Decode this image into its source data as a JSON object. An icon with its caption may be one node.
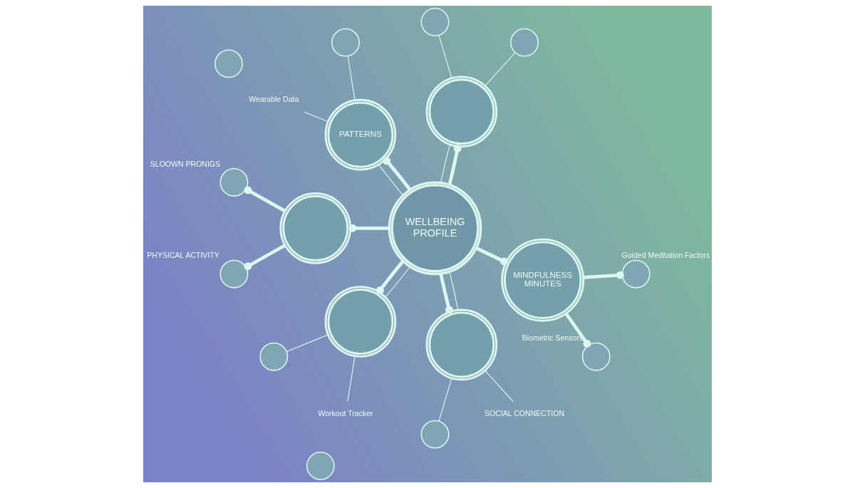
{
  "diagram": {
    "nodes": [
      {
        "text": [
          "WELLBEING PROFILE"
        ]
      },
      {
        "text": [
          "PATTERNS"
        ]
      },
      {
        "text": [],
        "shape": "circle"
      },
      {
        "text": [],
        "shape": "circle"
      },
      {
        "text": [
          "MINDFULNESS MINUTES"
        ]
      },
      {
        "text": [],
        "shape": "circle"
      },
      {
        "text": [],
        "shape": "circle"
      },
      {
        "text": [],
        "shape": "circle"
      },
      {
        "text": [],
        "shape": "circle"
      },
      {
        "text": [
          "Wearable Data"
        ]
      },
      {
        "text": [],
        "shape": "circle"
      },
      {
        "text": [],
        "shape": "circle"
      },
      {
        "text": [],
        "shape": "circle",
        "beside": [
          "SLOOWN PRONIGS"
        ]
      },
      {
        "text": [],
        "shape": "circle",
        "beside": [
          "PHYSICAL ACTIVITY"
        ]
      },
      {
        "text": [],
        "shape": "circle",
        "beside": [
          "Biometric Sensors"
        ]
      },
      {
        "text": [],
        "shape": "circle",
        "beside": [
          "Guided Meditation Factors"
        ]
      },
      {
        "text": [],
        "shape": "circle"
      },
      {
        "text": [],
        "shape": "circle"
      },
      {
        "text": [
          "Workout Tracker"
        ]
      },
      {
        "text": [],
        "shape": "circle"
      },
      {
        "text": [
          "SOCIAL CONNECTION"
        ]
      }
    ],
    "edges": [
      {
        "from": 0,
        "to": 2,
        "arrow": "none"
      },
      {
        "from": 0,
        "to": 2,
        "arrow": "other",
        "style": "thick"
      },
      {
        "from": 0,
        "to": 1,
        "arrow": "none"
      },
      {
        "from": 0,
        "to": 1,
        "arrow": "other",
        "style": "thick"
      },
      {
        "from": 0,
        "to": 3,
        "arrow": "other",
        "style": "thick"
      },
      {
        "from": 0,
        "to": 5,
        "arrow": "none"
      },
      {
        "from": 0,
        "to": 5,
        "arrow": "other",
        "style": "thick"
      },
      {
        "from": 0,
        "to": 6,
        "arrow": "none"
      },
      {
        "from": 0,
        "to": 6,
        "arrow": "other",
        "style": "thick"
      },
      {
        "from": 0,
        "to": 4,
        "arrow": "other",
        "style": "thick"
      },
      {
        "from": 1,
        "to": 7,
        "arrow": "none"
      },
      {
        "from": 1,
        "to": 9,
        "arrow": "none"
      },
      {
        "from": 2,
        "to": 10,
        "arrow": "none"
      },
      {
        "from": 2,
        "to": 11,
        "arrow": "none"
      },
      {
        "from": 3,
        "to": 12,
        "arrow": "other",
        "style": "thick"
      },
      {
        "from": 3,
        "to": 13,
        "arrow": "other",
        "style": "thick"
      },
      {
        "from": 4,
        "to": 14,
        "arrow": "other",
        "style": "thick"
      },
      {
        "from": 4,
        "to": 15,
        "arrow": "other",
        "style": "thick"
      },
      {
        "from": 5,
        "to": 16,
        "arrow": "none"
      },
      {
        "from": 5,
        "to": 18,
        "arrow": "none"
      },
      {
        "from": 6,
        "to": 19,
        "arrow": "none"
      },
      {
        "from": 6,
        "to": 20,
        "arrow": "none"
      }
    ]
  }
}
